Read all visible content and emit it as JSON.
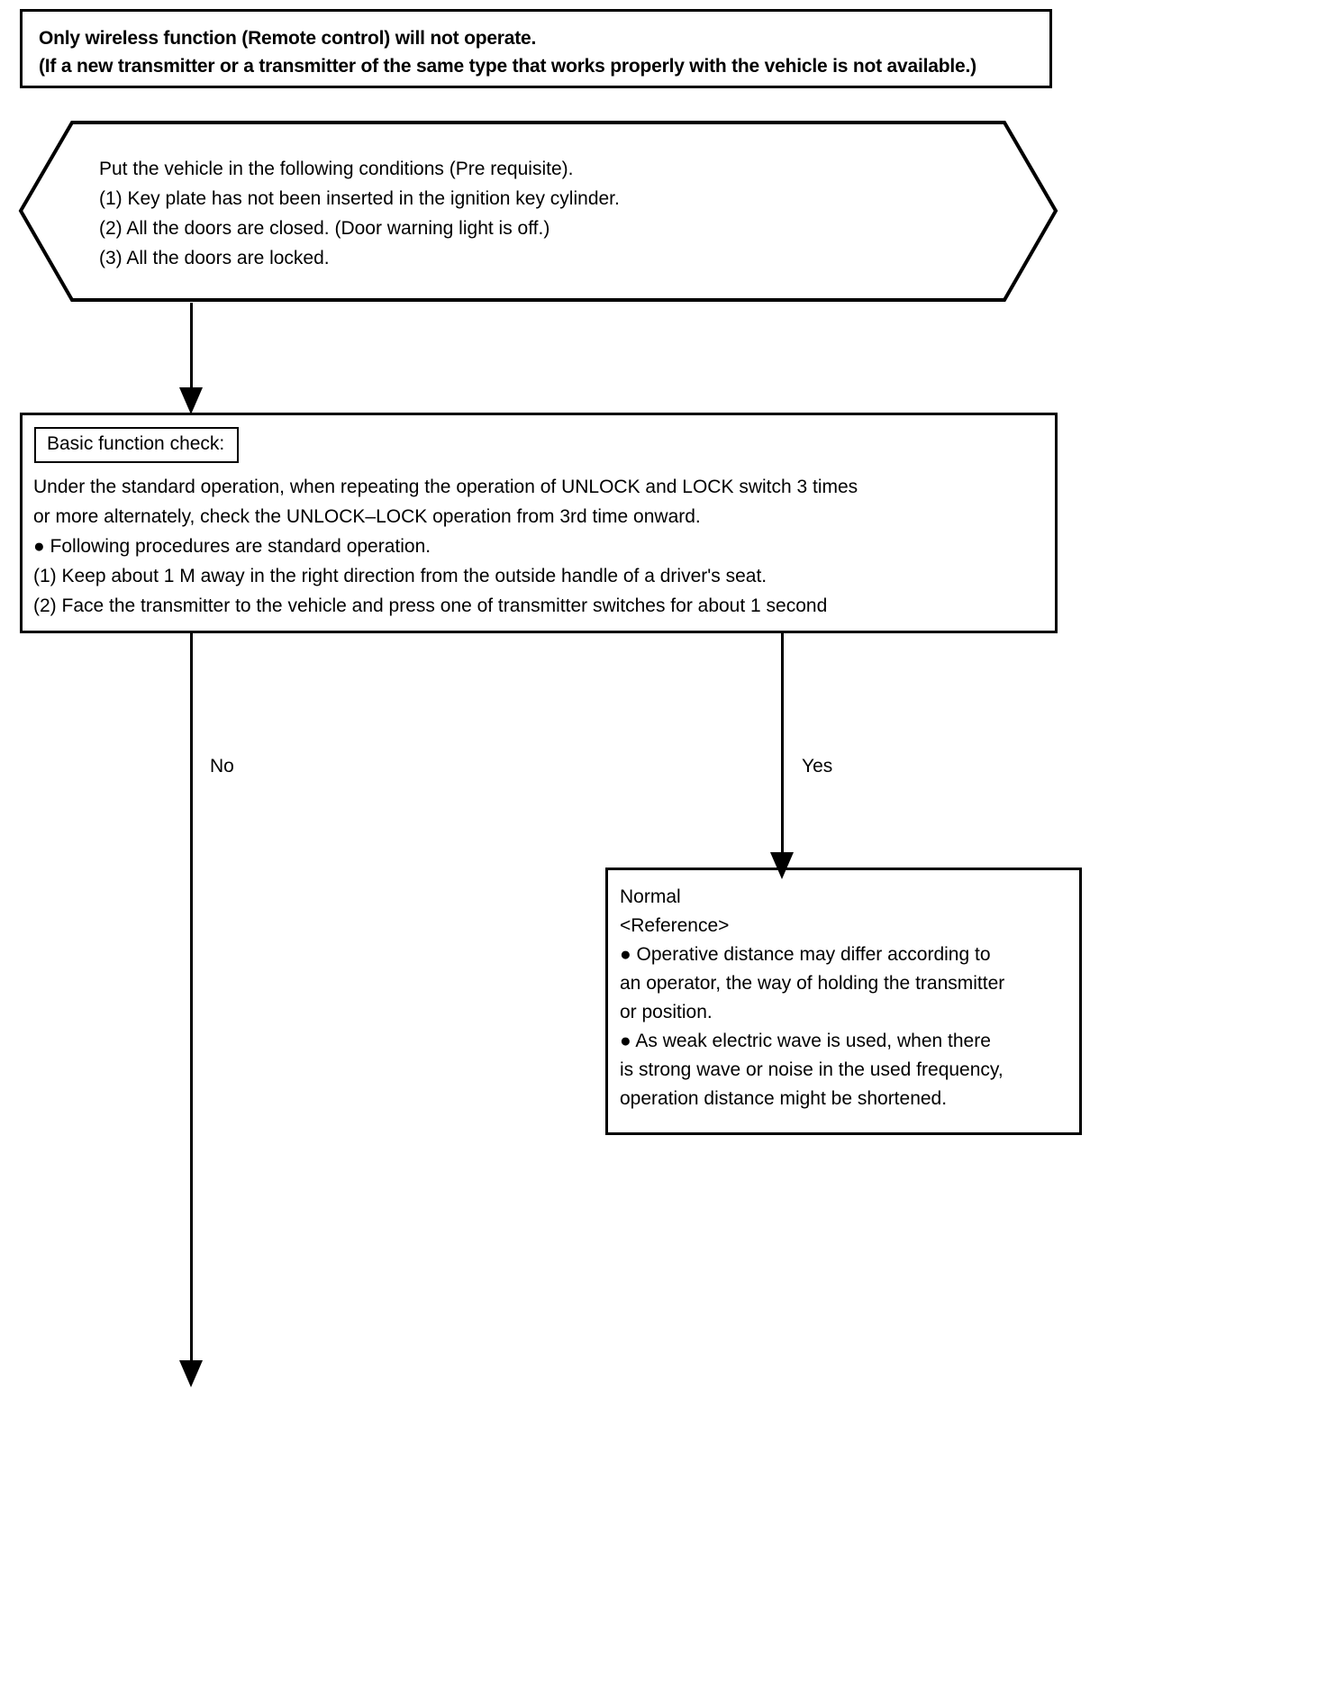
{
  "title_box": {
    "lines": [
      "Only wireless function (Remote control) will not operate.",
      "(If a new transmitter or a transmitter of the same type that works properly with the vehicle is not available.)"
    ]
  },
  "prerequisite": {
    "shape": "hexagon",
    "lines": [
      "Put the vehicle in the following conditions (Pre requisite).",
      "(1) Key plate has not been inserted in the ignition key cylinder.",
      "(2) All the doors are closed. (Door warning light is off.)",
      "(3) All the doors are locked."
    ]
  },
  "basic_check": {
    "tag_label": "Basic function check:",
    "lines": [
      "Under the standard operation, when repeating the operation of UNLOCK and LOCK switch 3 times",
      "or more alternately, check the UNLOCK–LOCK operation from 3rd time onward.",
      "● Following procedures are standard operation.",
      "(1) Keep about 1 M away in the right direction from the outside handle of a driver's seat.",
      "(2) Face the transmitter to the vehicle and press one of transmitter switches for about 1 second"
    ]
  },
  "branches": {
    "no_label": "No",
    "yes_label": "Yes"
  },
  "normal_box": {
    "lines": [
      "Normal",
      "<Reference>",
      "● Operative distance may differ according to",
      "an operator, the way of holding the transmitter",
      "or position.",
      "● As weak electric wave is used, when there",
      " is strong wave or noise in the used frequency,",
      "operation distance might be shortened."
    ]
  },
  "colors": {
    "ink": "#000000",
    "paper": "#ffffff"
  }
}
